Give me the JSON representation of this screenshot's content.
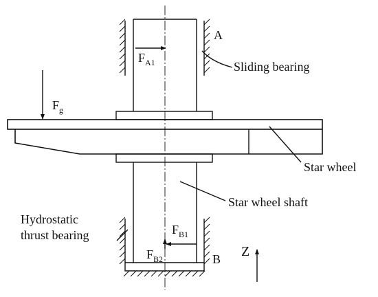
{
  "labels": {
    "point_a": "A",
    "point_b": "B",
    "sliding_bearing": "Sliding bearing",
    "star_wheel": "Star wheel",
    "star_wheel_shaft": "Star wheel shaft",
    "hydrostatic_line1": "Hydrostatic",
    "hydrostatic_line2": "thrust bearing",
    "z_axis": "Z"
  },
  "forces": {
    "fa1": {
      "symbol": "F",
      "sub": "A1"
    },
    "fg": {
      "symbol": "F",
      "sub": "g"
    },
    "fb1": {
      "symbol": "F",
      "sub": "B1"
    },
    "fb2": {
      "symbol": "F",
      "sub": "B2"
    }
  }
}
